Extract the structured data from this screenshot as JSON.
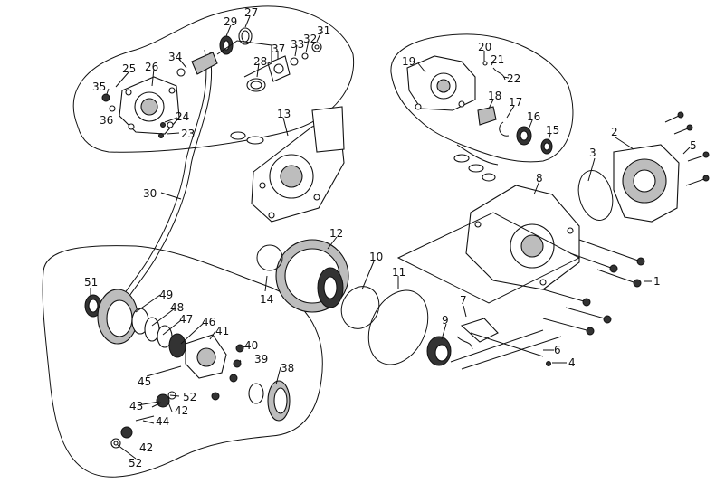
{
  "diagram": {
    "callouts": [
      "1",
      "2",
      "3",
      "4",
      "5",
      "6",
      "7",
      "8",
      "9",
      "10",
      "11",
      "12",
      "13",
      "14",
      "15",
      "16",
      "17",
      "18",
      "19",
      "20",
      "21",
      "22",
      "23",
      "24",
      "25",
      "26",
      "27",
      "28",
      "29",
      "30",
      "31",
      "32",
      "33",
      "34",
      "35",
      "36",
      "37",
      "38",
      "39",
      "40",
      "41",
      "42",
      "43",
      "44",
      "45",
      "46",
      "47",
      "48",
      "49",
      "51",
      "52"
    ]
  }
}
